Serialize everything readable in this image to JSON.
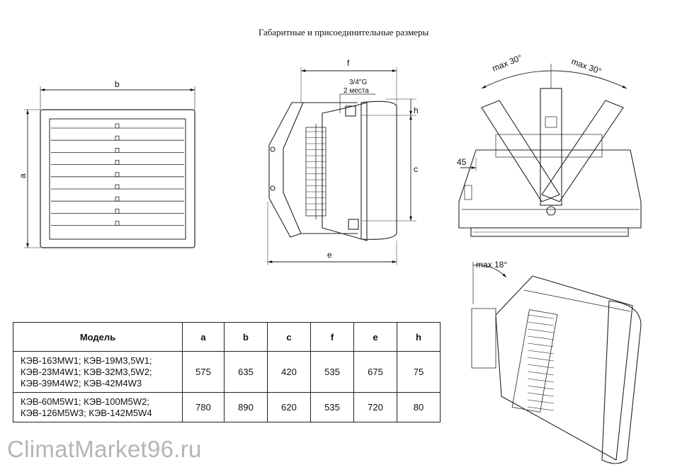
{
  "title": "Габаритные и присоединительные размеры",
  "dimensions": {
    "a": "a",
    "b": "b",
    "c": "c",
    "e": "e",
    "f": "f",
    "h": "h",
    "connection": "3/4\"G",
    "connection_qty": "2 места",
    "offset": "45",
    "angle_left": "max 30°",
    "angle_right": "max 30°",
    "tilt": "max 18°"
  },
  "table": {
    "headers": [
      "Модель",
      "a",
      "b",
      "c",
      "f",
      "e",
      "h"
    ],
    "rows": [
      {
        "model_lines": [
          "КЭВ-163MW1; КЭВ-19М3,5W1;",
          "КЭВ-23М4W1; КЭВ-32М3,5W2;",
          "КЭВ-39М4W2; КЭВ-42М4W3"
        ],
        "a": "575",
        "b": "635",
        "c": "420",
        "f": "535",
        "e": "675",
        "h": "75"
      },
      {
        "model_lines": [
          "КЭВ-60М5W1; КЭВ-100М5W2;",
          "КЭВ-126М5W3; КЭВ-142М5W4"
        ],
        "a": "780",
        "b": "890",
        "c": "620",
        "f": "535",
        "e": "720",
        "h": "80"
      }
    ]
  },
  "watermark": "ClimatMarket96.ru"
}
